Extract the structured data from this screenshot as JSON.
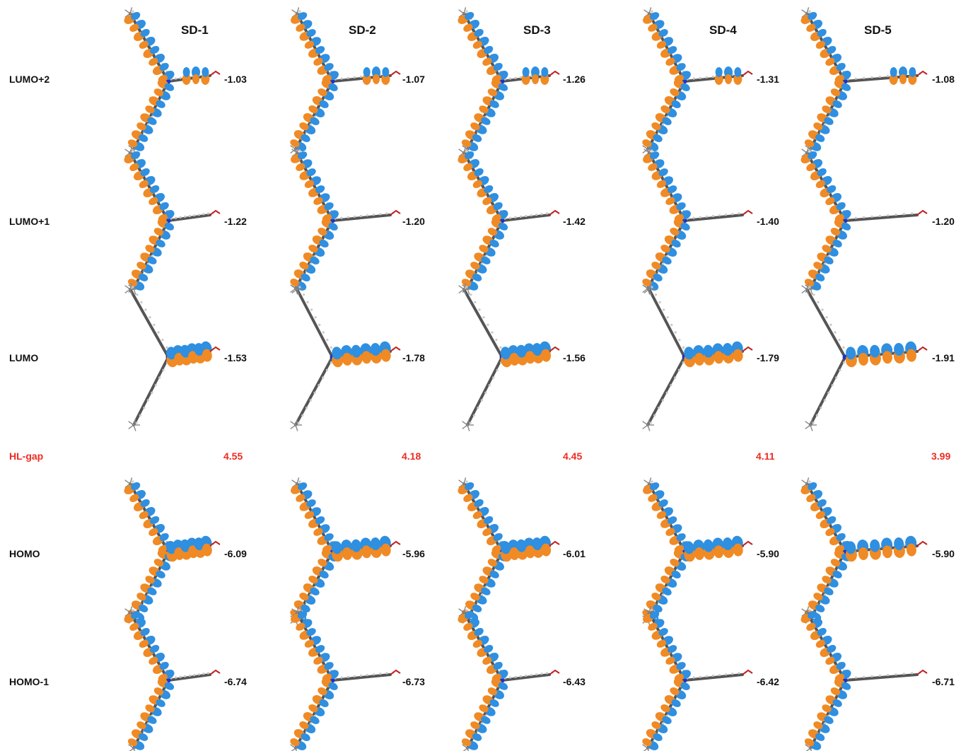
{
  "molecules": [
    "SD-1",
    "SD-2",
    "SD-3",
    "SD-4",
    "SD-5"
  ],
  "orbitals": [
    {
      "label": "LUMO+2",
      "values": [
        "-1.03",
        "-1.07",
        "-1.26",
        "-1.31",
        "-1.08"
      ],
      "lobe_arms": [
        "upper",
        "lower",
        "right-tip"
      ]
    },
    {
      "label": "LUMO+1",
      "values": [
        "-1.22",
        "-1.20",
        "-1.42",
        "-1.40",
        "-1.20"
      ],
      "lobe_arms": [
        "upper",
        "lower"
      ]
    },
    {
      "label": "LUMO",
      "values": [
        "-1.53",
        "-1.78",
        "-1.56",
        "-1.79",
        "-1.91"
      ],
      "lobe_arms": [
        "right"
      ]
    }
  ],
  "gap": {
    "label": "HL-gap",
    "values": [
      "4.55",
      "4.18",
      "4.45",
      "4.11",
      "3.99"
    ]
  },
  "occupied": [
    {
      "label": "HOMO",
      "values": [
        "-6.09",
        "-5.96",
        "-6.01",
        "-5.90",
        "-5.90"
      ],
      "lobe_arms": [
        "upper",
        "lower",
        "right"
      ]
    },
    {
      "label": "HOMO-1",
      "values": [
        "-6.74",
        "-6.73",
        "-6.43",
        "-6.42",
        "-6.71"
      ],
      "lobe_arms": [
        "upper",
        "lower"
      ]
    }
  ],
  "colors": {
    "lobe_positive": "#f08a24",
    "lobe_negative": "#2f8fe0",
    "gap_text": "#ee2b22",
    "backbone": "#555555",
    "hydrogen": "#c8c8c8"
  }
}
